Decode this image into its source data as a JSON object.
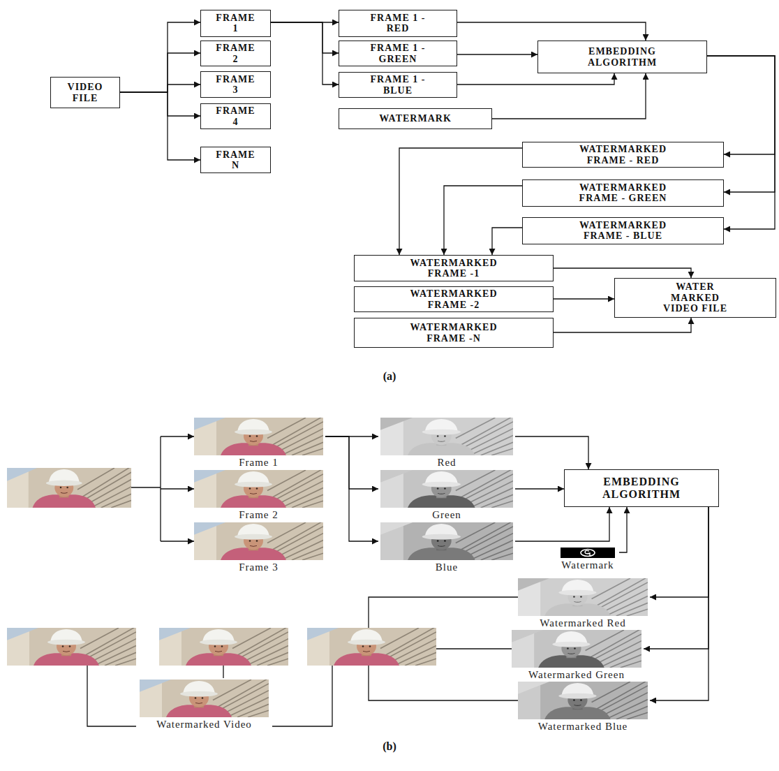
{
  "diagram": {
    "nodes": [
      {
        "text": [
          "VIDEO FILE"
        ]
      },
      {
        "text": [
          "FRAME 1"
        ]
      },
      {
        "text": [
          "FRAME 2"
        ]
      },
      {
        "text": [
          "FRAME 3"
        ]
      },
      {
        "text": [
          "FRAME 4"
        ]
      },
      {
        "text": [
          "FRAME N"
        ]
      },
      {
        "text": [
          "FRAME 1 -RED"
        ]
      },
      {
        "text": [
          "FRAME 1 - GREEN"
        ]
      },
      {
        "text": [
          "FRAME 1 - BLUE"
        ]
      },
      {
        "text": [
          "EMBEDDING ALGORITHM"
        ]
      },
      {
        "text": [
          "WATERMARK"
        ]
      },
      {
        "text": [
          "WATERMARKED FRAME - RED"
        ]
      },
      {
        "text": [
          "WATERMARKED FRAME - GREEN"
        ]
      },
      {
        "text": [
          "WATERMARKED FRAME - BLUE"
        ]
      },
      {
        "text": [
          "WATERMARKED FRAME -1"
        ]
      },
      {
        "text": [
          "WATERMARKED FRAME -2"
        ]
      },
      {
        "text": [
          "WATER MARKED VIDEO FILE"
        ]
      },
      {
        "text": [
          "WATERMARKED FRAME -N"
        ]
      },
      {
        "text": [
          "Frame 1"
        ]
      },
      {
        "text": [
          "Frame 2"
        ]
      },
      {
        "text": [
          "Frame 3"
        ]
      },
      {
        "text": [
          "Red"
        ]
      },
      {
        "text": [
          "Green"
        ]
      },
      {
        "text": [
          "Blue"
        ]
      },
      {
        "text": [
          "EMBEDDING ALGORITHM"
        ]
      },
      {
        "text": [
          "Watermark"
        ]
      },
      {
        "text": [
          "Watermarked Red"
        ]
      },
      {
        "text": [
          "Watermarked Green"
        ]
      },
      {
        "text": [
          "Watermarked Blue"
        ]
      },
      {
        "text": [
          "Watermarked Video"
        ]
      }
    ],
    "edges": [
      {
        "from": 0,
        "to": 1,
        "arrow": "to"
      },
      {
        "from": 0,
        "to": 2,
        "arrow": "to"
      },
      {
        "from": 0,
        "to": 3,
        "arrow": "to"
      },
      {
        "from": 0,
        "to": 4,
        "arrow": "to"
      },
      {
        "from": 0,
        "to": 5,
        "arrow": "to"
      },
      {
        "from": 1,
        "to": 6,
        "arrow": "to"
      },
      {
        "from": 1,
        "to": 7,
        "arrow": "to"
      },
      {
        "from": 1,
        "to": 8,
        "arrow": "to"
      },
      {
        "from": 6,
        "to": 9,
        "arrow": "to"
      },
      {
        "from": 7,
        "to": 9,
        "arrow": "to"
      },
      {
        "from": 8,
        "to": 9,
        "arrow": "to"
      },
      {
        "from": 10,
        "to": 9,
        "arrow": "to"
      },
      {
        "from": 9,
        "to": 11,
        "arrow": "to"
      },
      {
        "from": 9,
        "to": 12,
        "arrow": "to"
      },
      {
        "from": 9,
        "to": 13,
        "arrow": "to"
      },
      {
        "from": 11,
        "to": 14,
        "arrow": "to"
      },
      {
        "from": 12,
        "to": 14,
        "arrow": "to"
      },
      {
        "from": 13,
        "to": 14,
        "arrow": "to"
      },
      {
        "from": 14,
        "to": 16,
        "arrow": "to"
      },
      {
        "from": 15,
        "to": 16,
        "arrow": "to"
      },
      {
        "from": 17,
        "to": 16,
        "arrow": "to"
      },
      {
        "from": 18,
        "to": 21,
        "arrow": "to"
      },
      {
        "from": 18,
        "to": 22,
        "arrow": "to"
      },
      {
        "from": 18,
        "to": 23,
        "arrow": "to"
      },
      {
        "from": 21,
        "to": 24,
        "arrow": "to"
      },
      {
        "from": 22,
        "to": 24,
        "arrow": "to"
      },
      {
        "from": 23,
        "to": 24,
        "arrow": "to"
      },
      {
        "from": 25,
        "to": 24,
        "arrow": "to"
      },
      {
        "from": 24,
        "to": 26,
        "arrow": "to"
      },
      {
        "from": 24,
        "to": 27,
        "arrow": "to"
      },
      {
        "from": 24,
        "to": 28,
        "arrow": "to"
      }
    ],
    "labels": [
      "(a)",
      "(b)"
    ]
  }
}
